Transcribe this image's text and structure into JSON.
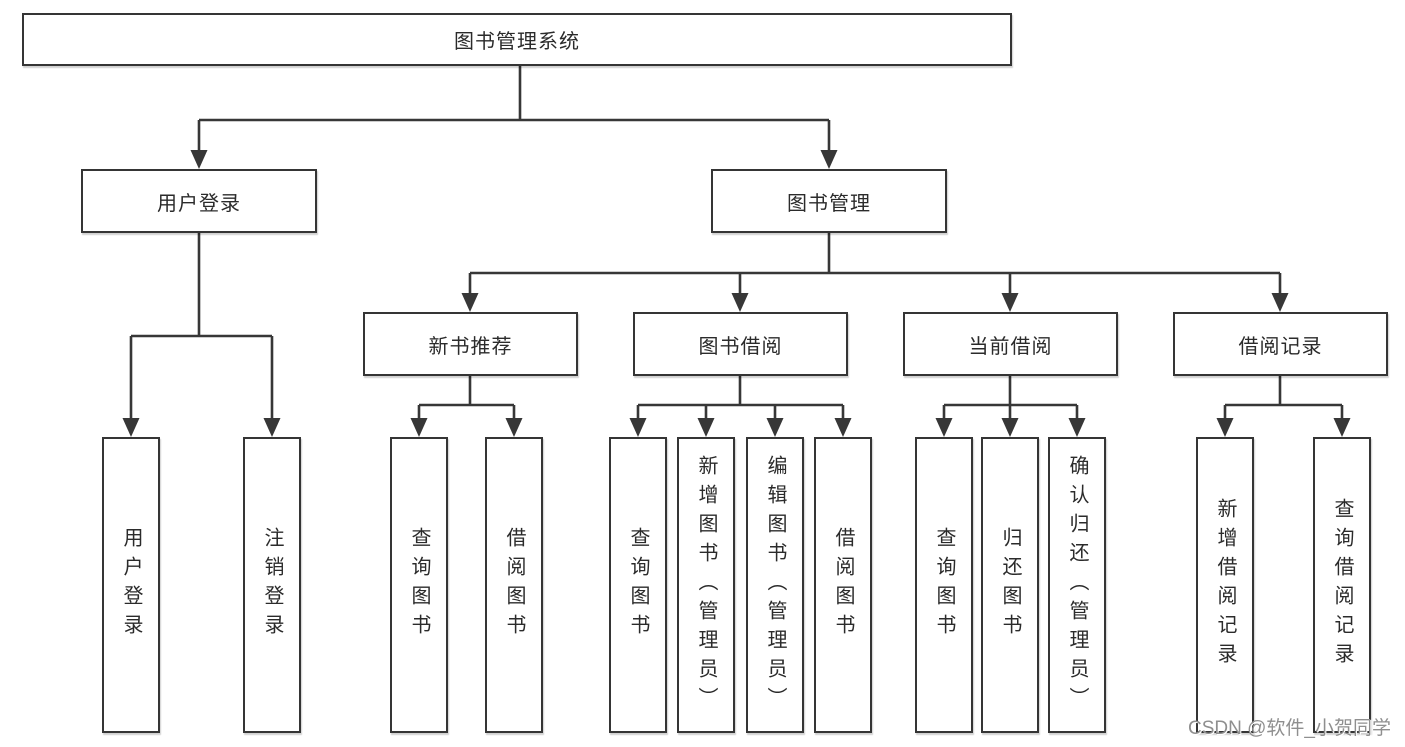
{
  "diagram": {
    "title": "图书管理系统",
    "watermark": "CSDN @软件_小贺同学",
    "colors": {
      "line": "#373737",
      "box_border": "#353535",
      "text": "#2b2b2b",
      "watermark": "#8f8f8f",
      "background": "#ffffff"
    },
    "level2": [
      {
        "label": "用户登录"
      },
      {
        "label": "图书管理"
      }
    ],
    "level3": [
      {
        "label": "新书推荐",
        "parent": "图书管理"
      },
      {
        "label": "图书借阅",
        "parent": "图书管理"
      },
      {
        "label": "当前借阅",
        "parent": "图书管理"
      },
      {
        "label": "借阅记录",
        "parent": "图书管理"
      }
    ],
    "level4": [
      {
        "label": "用户登录",
        "parent": "用户登录"
      },
      {
        "label": "注销登录",
        "parent": "用户登录"
      },
      {
        "label": "查询图书",
        "parent": "新书推荐"
      },
      {
        "label": "借阅图书",
        "parent": "新书推荐"
      },
      {
        "label": "查询图书",
        "parent": "图书借阅"
      },
      {
        "label": "新增图书（管理员）",
        "parent": "图书借阅"
      },
      {
        "label": "编辑图书（管理员）",
        "parent": "图书借阅"
      },
      {
        "label": "借阅图书",
        "parent": "图书借阅"
      },
      {
        "label": "查询图书",
        "parent": "当前借阅"
      },
      {
        "label": "归还图书",
        "parent": "当前借阅"
      },
      {
        "label": "确认归还（管理员）",
        "parent": "当前借阅"
      },
      {
        "label": "新增借阅记录",
        "parent": "借阅记录"
      },
      {
        "label": "查询借阅记录",
        "parent": "借阅记录"
      }
    ]
  }
}
